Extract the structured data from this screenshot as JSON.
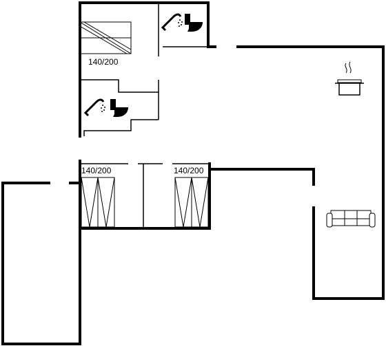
{
  "floorplan": {
    "bed_labels": [
      "140/200",
      "140/200",
      "140/200"
    ],
    "icons": [
      "shower-icon",
      "toilet-icon",
      "cooking-pot-icon",
      "sofa-icon",
      "bed-icon"
    ]
  }
}
